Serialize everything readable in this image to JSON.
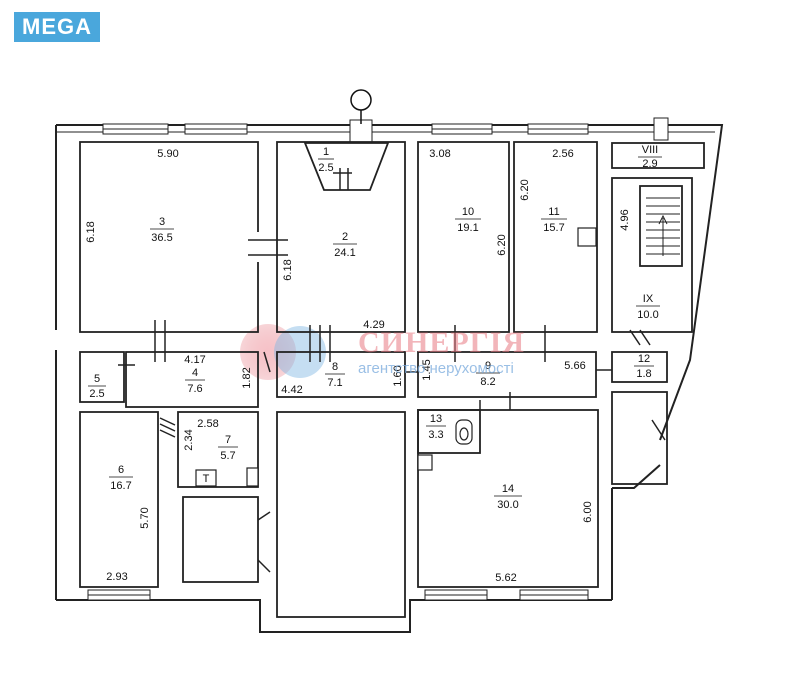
{
  "brand": {
    "mega": "MEGA"
  },
  "watermark": {
    "title": "СИНЕРГІЯ",
    "subtitle": "агентство нерухомості"
  },
  "rooms": [
    {
      "num": "1",
      "area": "2.5"
    },
    {
      "num": "2",
      "area": "24.1"
    },
    {
      "num": "3",
      "area": "36.5"
    },
    {
      "num": "4",
      "area": "7.6"
    },
    {
      "num": "5",
      "area": "2.5"
    },
    {
      "num": "6",
      "area": "16.7"
    },
    {
      "num": "7",
      "area": "5.7"
    },
    {
      "num": "8",
      "area": "7.1"
    },
    {
      "num": "9",
      "area": "8.2"
    },
    {
      "num": "10",
      "area": "19.1"
    },
    {
      "num": "11",
      "area": "15.7"
    },
    {
      "num": "12",
      "area": "1.8"
    },
    {
      "num": "13",
      "area": "3.3"
    },
    {
      "num": "14",
      "area": "30.0"
    },
    {
      "num": "VIII",
      "area": "2.9"
    },
    {
      "num": "IX",
      "area": "10.0"
    }
  ],
  "dimensions": [
    "5.90",
    "6.18",
    "6.18",
    "4.29",
    "3.08",
    "6.20",
    "2.56",
    "6.20",
    "4.96",
    "4.17",
    "1.82",
    "4.42",
    "1.60",
    "1.45",
    "5.66",
    "2.58",
    "2.34",
    "5.70",
    "2.93",
    "6.00",
    "5.62"
  ],
  "fixtures": {
    "t_mark": "T"
  }
}
